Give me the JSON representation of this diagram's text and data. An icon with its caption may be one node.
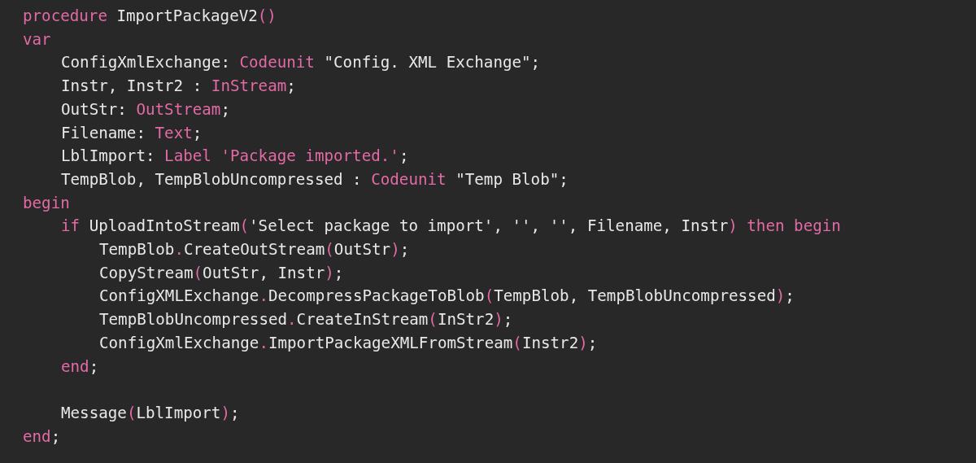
{
  "diagram": {
    "labels": [
      "procedure ImportPackageV2()",
      "var",
      "ConfigXmlExchange: Codeunit \"Config. XML Exchange\";",
      "Instr, Instr2 : InStream;",
      "OutStr: OutStream;",
      "Filename: Text;",
      "LblImport: Label 'Package imported.';",
      "TempBlob, TempBlobUncompressed : Codeunit \"Temp Blob\";",
      "begin",
      "if UploadIntoStream('Select package to import', '', '', Filename, Instr) then begin",
      "TempBlob.CreateOutStream(OutStr);",
      "CopyStream(OutStr, Instr);",
      "ConfigXMLExchange.DecompressPackageToBlob(TempBlob, TempBlobUncompressed);",
      "TempBlobUncompressed.CreateInStream(InStr2);",
      "ConfigXmlExchange.ImportPackageXMLFromStream(Instr2);",
      "end;",
      "Message(LblImport);",
      "end;"
    ]
  }
}
